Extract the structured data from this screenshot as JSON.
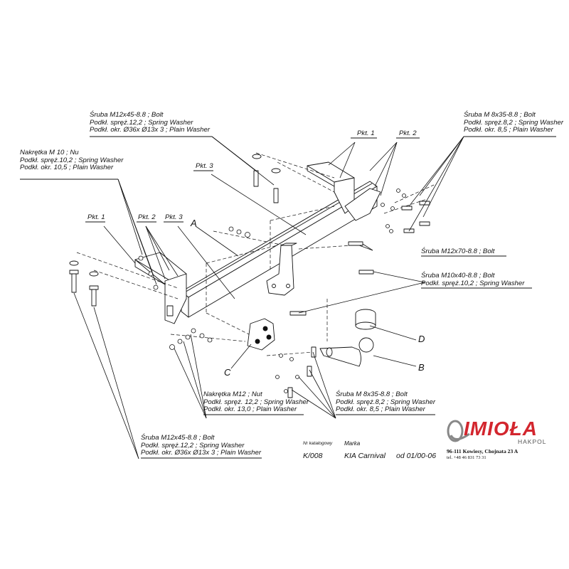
{
  "labels": {
    "top_left_bolt": [
      "Śruba M12x45-8.8 ;  Bolt",
      "Podkł. spręż.12,2 ; Spring Washer",
      "Podkł. okr.  Ø36x Ø13x 3 ; Plain Washer"
    ],
    "nut_m10": [
      "Nakrętka  M 10 ; Nu",
      "Podkł. spręż.10,2 ; Spring Washer",
      "Podkł. okr. 10,5 ; Plain Washer"
    ],
    "top_right_bolt": [
      "Śruba M 8x35-8.8 ;  Bolt",
      "Podkł. spręż.8,2 ; Spring Washer",
      "Podkł. okr. 8,5 ; Plain Washer"
    ],
    "bolt_m12x70": [
      "Śruba M12x70-8.8 ;  Bolt"
    ],
    "bolt_m10x40": [
      "Śruba M10x40-8.8 ;  Bolt",
      "Podkł. spręż.10,2 ; Spring Washer"
    ],
    "nut_m12": [
      "Nakrętka  M12 ; Nut",
      "Podkł. spręż. 12,2 ; Spring Washer",
      "Podkł. okr. 13,0 ; Plain Washer"
    ],
    "bottom_right_bolt": [
      "Śruba M 8x35-8.8 ;  Bolt",
      "Podkł. spręż.8,2 ; Spring Washer",
      "Podkł. okr. 8,5 ; Plain Washer"
    ],
    "bottom_left_bolt": [
      "Śruba M12x45-8.8 ;  Bolt",
      "Podkł. spręż.12,2 ; Spring Washer",
      "Podkł. okr.  Ø36x Ø13x 3 ; Plain Washer"
    ]
  },
  "points": {
    "pkt1_top": "Pkt. 1",
    "pkt2_top": "Pkt. 2",
    "pkt3_top": "Pkt. 3",
    "pkt1_left": "Pkt. 1",
    "pkt2_left": "Pkt. 2",
    "pkt3_left": "Pkt. 3"
  },
  "letters": {
    "a": "A",
    "b": "B",
    "c": "C",
    "d": "D"
  },
  "info": {
    "catalog_label": "Nr katalogowy",
    "catalog_value": "K/008",
    "brand_label": "Marka",
    "brand_value": "KIA Carnival",
    "date_value": "od 01/00-06"
  },
  "company": {
    "logo_text": "IMIOŁA",
    "logo_sub": "HAKPOL",
    "address": "96-111 Kowiesy, Chojnata 23 A",
    "phone": "tel. +48 46 831 73 31",
    "brand_color": "#d3262e"
  }
}
